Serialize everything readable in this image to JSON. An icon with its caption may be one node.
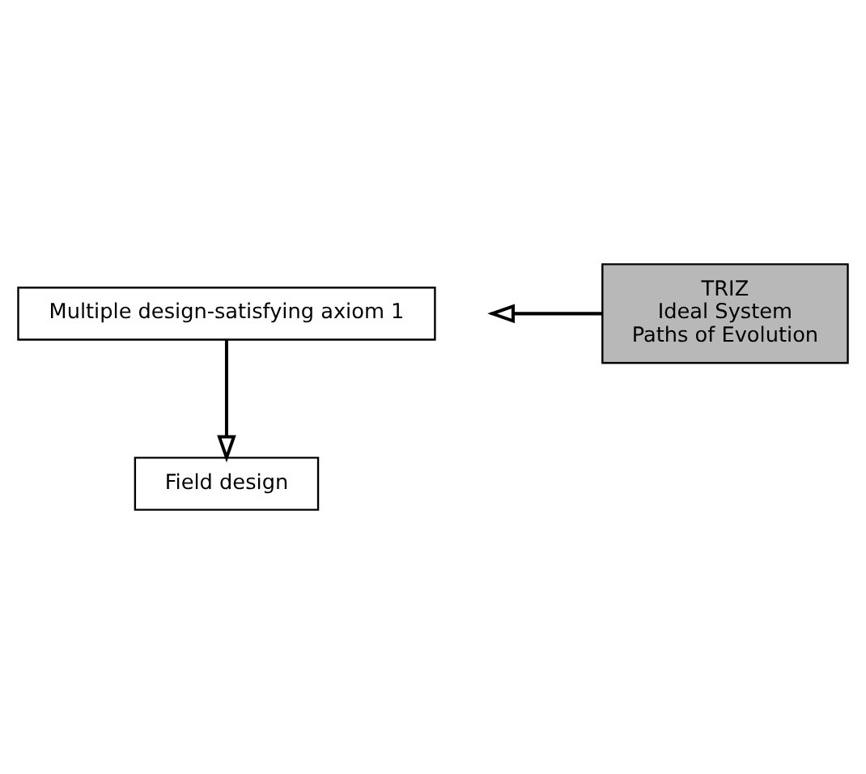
{
  "diagram": {
    "nodes": [
      {
        "text": [
          "Multiple design-satisfying axiom 1"
        ]
      },
      {
        "text": [
          "TRIZ",
          "Ideal System",
          "Paths of Evolution"
        ]
      },
      {
        "text": [
          "Field design"
        ]
      }
    ],
    "edges": [
      {
        "from": 0,
        "to": 2,
        "arrow": "to"
      },
      {
        "from": 1,
        "to": null,
        "arrow": "to"
      }
    ]
  }
}
